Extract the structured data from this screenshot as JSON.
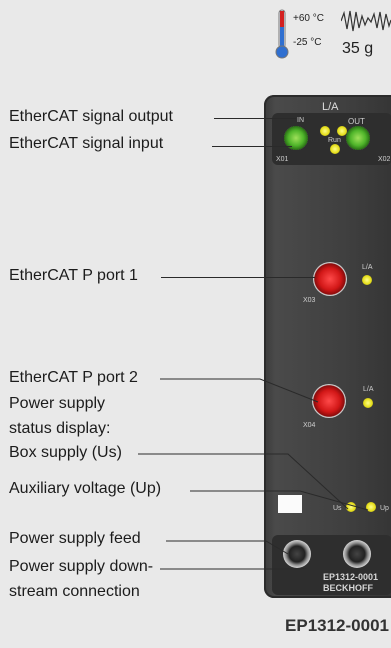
{
  "temperature": {
    "max": "+60 °C",
    "min": "-25 °C"
  },
  "weight": "35 g",
  "labels": {
    "signal_output": "EtherCAT signal output",
    "signal_input": "EtherCAT signal input",
    "p_port_1": "EtherCAT P port 1",
    "p_port_2": "EtherCAT P port 2",
    "status_line1": "Power supply",
    "status_line2": "status display:",
    "box_supply": "Box supply (Us)",
    "aux_voltage": "Auxiliary voltage (Up)",
    "feed": "Power supply feed",
    "downstream_line1": "Power supply down-",
    "downstream_line2": "stream connection"
  },
  "device": {
    "la": "L/A",
    "in": "IN",
    "out": "OUT",
    "run": "Run",
    "x01": "X01",
    "x02": "X02",
    "p_la1": "L/A",
    "p_la2": "L/A",
    "x03": "X03",
    "x04": "X04",
    "us": "Us",
    "up": "Up",
    "part": "EP1312-0001",
    "brand": "BECKHOFF"
  },
  "model": "EP1312-0001",
  "colors": {
    "green_port": "#4fb52a",
    "red_port": "#d21717",
    "led": "#e7e01e"
  }
}
